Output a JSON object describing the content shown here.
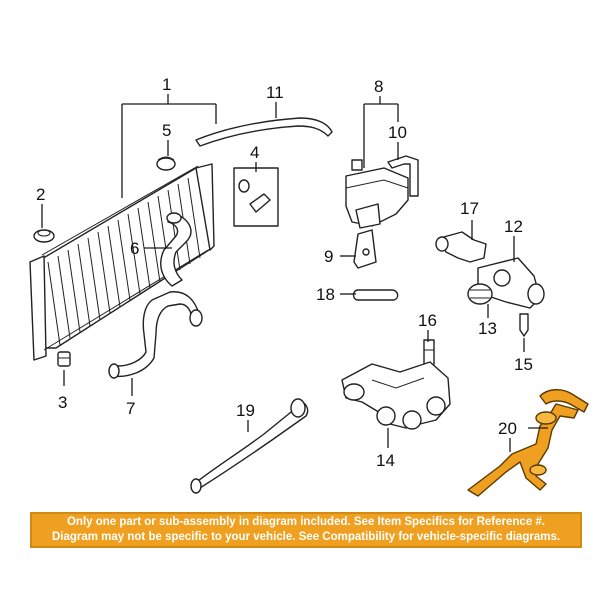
{
  "callouts": {
    "c1": "1",
    "c2": "2",
    "c3": "3",
    "c4": "4",
    "c5": "5",
    "c6": "6",
    "c7": "7",
    "c8": "8",
    "c9": "9",
    "c10": "10",
    "c11": "11",
    "c12": "12",
    "c13": "13",
    "c14": "14",
    "c15": "15",
    "c16": "16",
    "c17": "17",
    "c18": "18",
    "c19": "19",
    "c20": "20"
  },
  "notice": {
    "line1": "Only one part or sub-assembly in diagram included. See Item Specifics for Reference #.",
    "line2": "Diagram may not be specific to your vehicle. See Compatibility for vehicle-specific diagrams."
  },
  "colors": {
    "highlight_part": "#f0a020",
    "notice_background": "#f0a020",
    "notice_text": "#ffffff"
  }
}
